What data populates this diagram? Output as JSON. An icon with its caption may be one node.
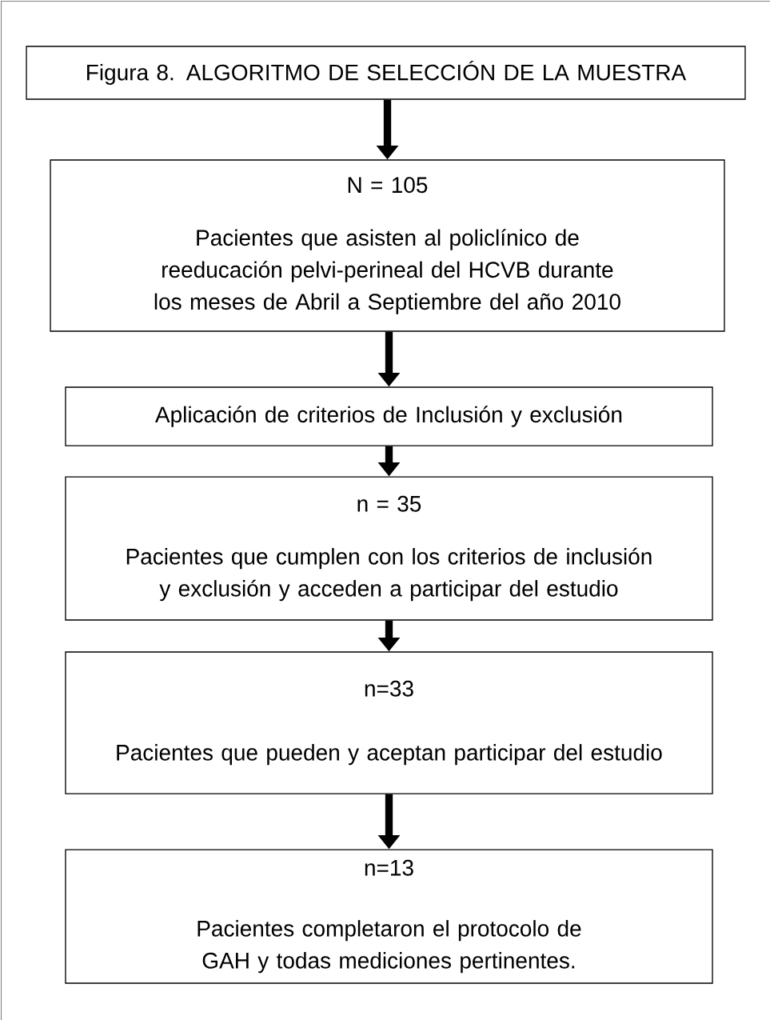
{
  "diagram": {
    "nodes": [
      {
        "text": [
          "Figura 8. ALGORITMO DE SELECCIÓN DE LA MUESTRA"
        ]
      },
      {
        "text": [
          "N = 105",
          "Pacientes que asisten al policlínico de reeducación pelvi-perineal del HCVB durante los meses de Abril a Septiembre del año 2010"
        ]
      },
      {
        "text": [
          "Aplicación de criterios de Inclusión y exclusión"
        ]
      },
      {
        "text": [
          "n = 35",
          "Pacientes que cumplen con los criterios de inclusión y exclusión y acceden a participar del estudio"
        ]
      },
      {
        "text": [
          "n=33",
          "Pacientes que pueden y aceptan participar del estudio"
        ]
      },
      {
        "text": [
          "n=13",
          "Pacientes completaron el protocolo de GAH y todas mediciones pertinentes."
        ]
      }
    ],
    "edges": [
      {
        "from": 0,
        "to": 1,
        "arrow": "to"
      },
      {
        "from": 1,
        "to": 2,
        "arrow": "to"
      },
      {
        "from": 2,
        "to": 3,
        "arrow": "to"
      },
      {
        "from": 3,
        "to": 4,
        "arrow": "to"
      },
      {
        "from": 4,
        "to": 5,
        "arrow": "to"
      }
    ]
  }
}
